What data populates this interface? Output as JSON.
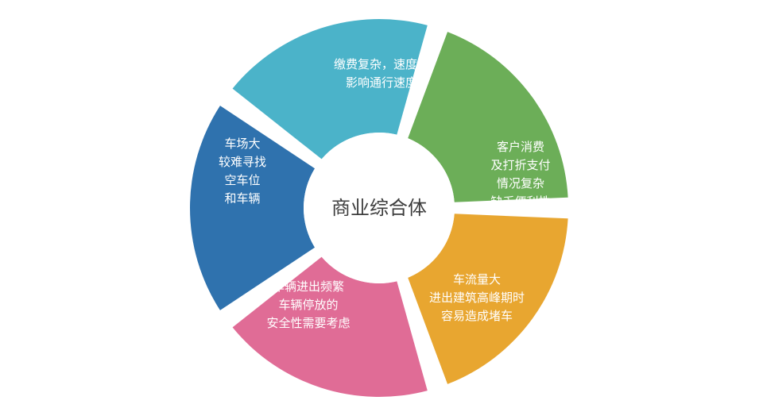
{
  "center": {
    "label": "商业综合体"
  },
  "segments": [
    {
      "id": "top",
      "color": "#4bb3c9",
      "lines": [
        "缴费复杂，速度慢",
        "影响通行速度"
      ]
    },
    {
      "id": "right",
      "color": "#6cae58",
      "lines": [
        "客户消费",
        "及打折支付",
        "情况复杂",
        "缺乏便利性"
      ]
    },
    {
      "id": "bottom-right",
      "color": "#e8a630",
      "lines": [
        "车流量大",
        "进出建筑高峰期时",
        "容易造成堵车"
      ]
    },
    {
      "id": "bottom-left",
      "color": "#e06c96",
      "lines": [
        "车辆进出频繁",
        "车辆停放的",
        "安全性需要考虑"
      ]
    },
    {
      "id": "left",
      "color": "#2f72ae",
      "lines": [
        "车场大",
        "较难寻找",
        "空车位",
        "和车辆"
      ]
    }
  ]
}
